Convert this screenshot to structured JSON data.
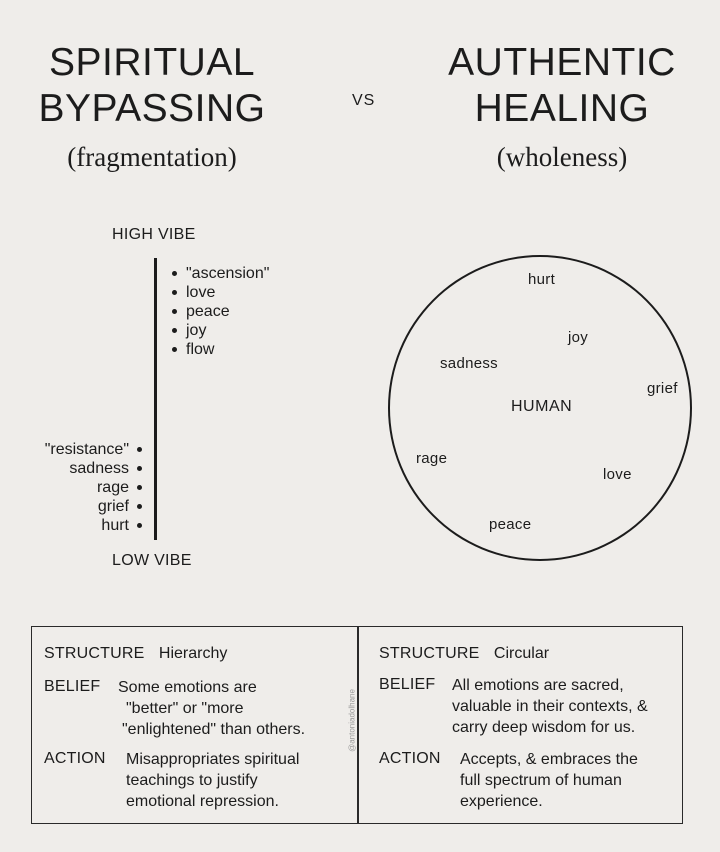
{
  "left": {
    "title_line1": "SPIRITUAL",
    "title_line2": "BYPASSING",
    "subtitle": "(fragmentation)",
    "high_label": "HIGH VIBE",
    "low_label": "LOW VIBE",
    "high_items": [
      "\"ascension\"",
      "love",
      "peace",
      "joy",
      "flow"
    ],
    "low_items": [
      "\"resistance\"",
      "sadness",
      "rage",
      "grief",
      "hurt"
    ]
  },
  "vs": "VS",
  "right": {
    "title_line1": "AUTHENTIC",
    "title_line2": "HEALING",
    "subtitle": "(wholeness)",
    "center": "HUMAN",
    "words": {
      "hurt": "hurt",
      "joy": "joy",
      "sadness": "sadness",
      "grief": "grief",
      "rage": "rage",
      "love": "love",
      "peace": "peace"
    }
  },
  "table": {
    "left": {
      "structure_label": "STRUCTURE",
      "structure_value": "Hierarchy",
      "belief_label": "BELIEF",
      "belief_lines": [
        "Some emotions are",
        "\"better\" or \"more",
        "\"enlightened\" than others."
      ],
      "action_label": "ACTION",
      "action_lines": [
        "Misappropriates spiritual",
        "teachings to justify",
        "emotional repression."
      ]
    },
    "right": {
      "structure_label": "STRUCTURE",
      "structure_value": "Circular",
      "belief_label": "BELIEF",
      "belief_lines": [
        "All emotions are sacred,",
        "valuable in their contexts, &",
        "carry deep wisdom for us."
      ],
      "action_label": "ACTION",
      "action_lines": [
        "Accepts, & embraces the",
        "full spectrum of human",
        "experience."
      ]
    },
    "watermark": "@antoniadolhane"
  }
}
